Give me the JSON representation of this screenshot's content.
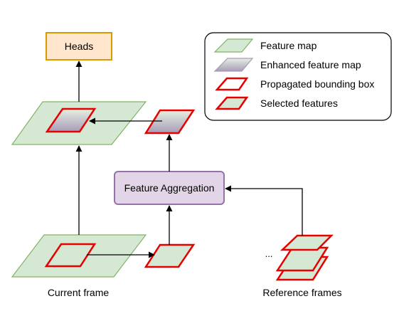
{
  "heads_label": "Heads",
  "aggregation_label": "Feature Aggregation",
  "current_frame_label": "Current frame",
  "reference_frames_label": "Reference frames",
  "ellipsis": "...",
  "legend": {
    "feature_map": "Feature map",
    "enhanced_feature_map": "Enhanced feature map",
    "propagated_bbox": "Propagated bounding box",
    "selected_features": "Selected features"
  },
  "colors": {
    "feature_fill": "#d5e8d4",
    "feature_stroke": "#82b366",
    "heads_fill": "#ffe6cc",
    "heads_stroke": "#d79b00",
    "agg_fill": "#e1d5e7",
    "agg_stroke": "#9673a6",
    "red": "#e60000"
  }
}
